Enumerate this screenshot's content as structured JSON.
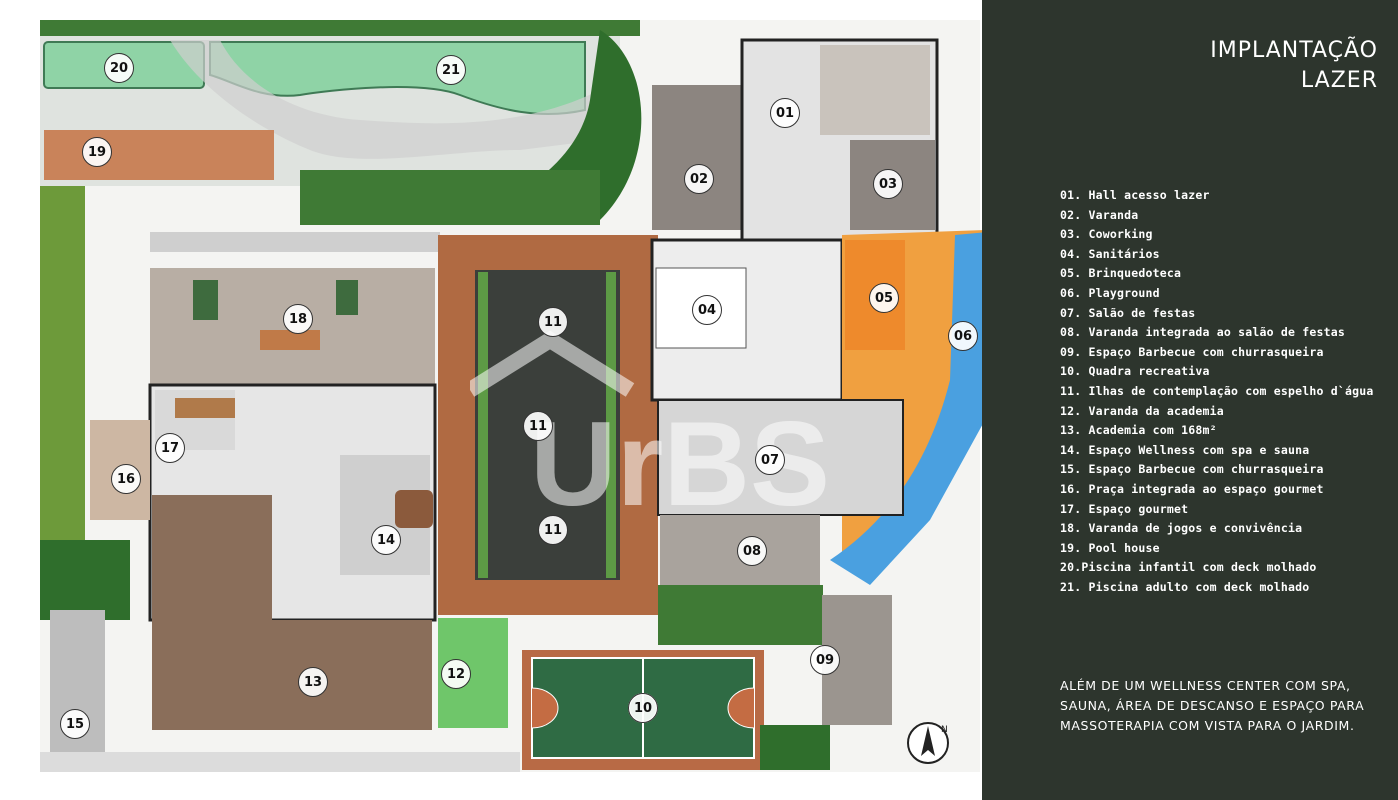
{
  "header": {
    "title_line1": "IMPLANTAÇÃO",
    "title_line2": "LAZER"
  },
  "legend": [
    "01. Hall acesso lazer",
    "02. Varanda",
    "03. Coworking",
    "04. Sanitários",
    "05. Brinquedoteca",
    "06. Playground",
    "07. Salão de festas",
    "08. Varanda integrada ao salão de festas",
    "09. Espaço Barbecue com churrasqueira",
    "10. Quadra recreativa",
    "11. Ilhas de contemplação com espelho d`água",
    "12. Varanda da academia",
    "13. Academia com 168m²",
    "14. Espaço Wellness com spa e sauna",
    "15. Espaço Barbecue com churrasqueira",
    "16. Praça integrada ao espaço gourmet",
    "17. Espaço gourmet",
    "18. Varanda de jogos e convivência",
    "19. Pool house",
    "20.Piscina infantil com deck molhado",
    "21. Piscina adulto com deck molhado"
  ],
  "description": [
    "ALÉM DE UM WELLNESS CENTER COM SPA,",
    "SAUNA, ÁREA DE DESCANSO E ESPAÇO PARA",
    "MASSOTERAPIA COM VISTA PARA O JARDIM."
  ],
  "map_labels": {
    "m01": "01",
    "m02": "02",
    "m03": "03",
    "m04": "04",
    "m05": "05",
    "m06": "06",
    "m07": "07",
    "m08": "08",
    "m09": "09",
    "m10": "10",
    "m11a": "11",
    "m11b": "11",
    "m11c": "11",
    "m12": "12",
    "m13": "13",
    "m14": "14",
    "m15": "15",
    "m16": "16",
    "m17": "17",
    "m18": "18",
    "m19": "19",
    "m20": "20",
    "m21": "21"
  },
  "compass": {
    "label": "N"
  },
  "colors": {
    "panel": "#2d352d",
    "text": "#ffffff",
    "grass": "#5d9a45",
    "pool": "#8fd3a6"
  }
}
